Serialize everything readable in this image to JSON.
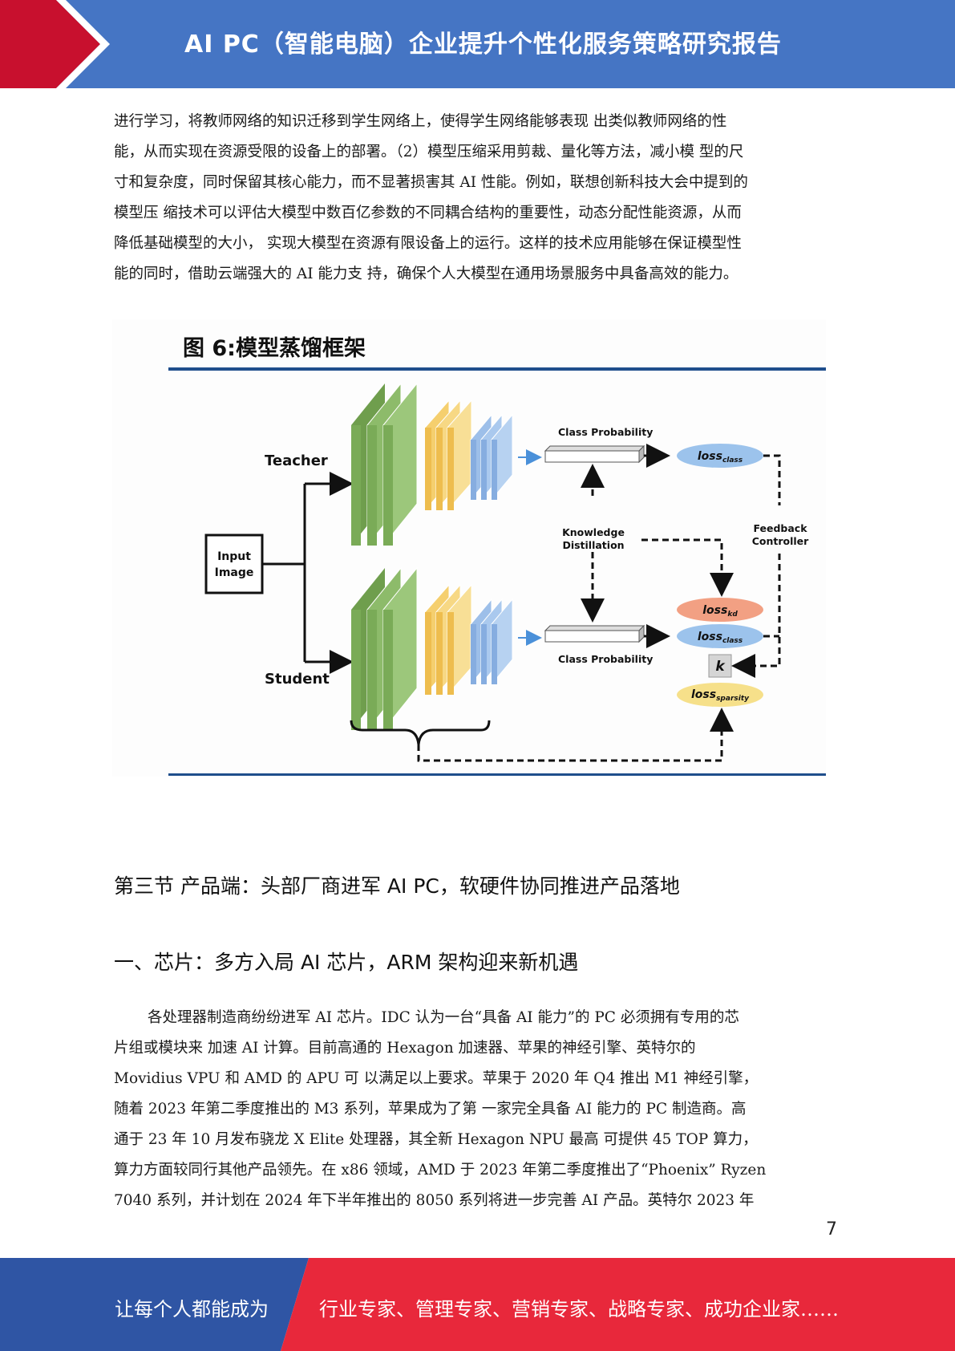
{
  "header": {
    "title": "AI PC（智能电脑）企业提升个性化服务策略研究报告",
    "colors": {
      "band": "#4575c4",
      "arrow": "#c8102e"
    }
  },
  "intro_lines": [
    "进行学习，将教师网络的知识迁移到学生网络上，使得学生网络能够表现 出类似教师网络的性",
    "能，从而实现在资源受限的设备上的部署。（2）模型压缩采用剪裁、量化等方法，减小模 型的尺",
    "寸和复杂度，同时保留其核心能力，而不显著损害其 AI 性能。例如，联想创新科技大会中提到的",
    "模型压 缩技术可以评估大模型中数百亿参数的不同耦合结构的重要性，动态分配性能资源，从而",
    "降低基础模型的大小， 实现大模型在资源有限设备上的运行。这样的技术应用能够在保证模型性",
    "能的同时，借助云端强大的 AI 能力支 持，确保个人大模型在通用场景服务中具备高效的能力。"
  ],
  "figure": {
    "title": "图 6:模型蒸馏框架",
    "input_line1": "Input",
    "input_line2": "Image",
    "teacher": "Teacher",
    "student": "Student",
    "class_prob_top": "Class Probability",
    "class_prob_bottom": "Class Probability",
    "kd_line1": "Knowledge",
    "kd_line2": "Distillation",
    "fb_line1": "Feedback",
    "fb_line2": "Controller",
    "loss": "loss",
    "sub_class": "class",
    "sub_kd": "kd",
    "sub_sparsity": "sparsity",
    "k": "k",
    "colors": {
      "green": "#8dbb6a",
      "yellow": "#f5cf6e",
      "blue": "#9dbfe9",
      "loss_blue": "#9cc3ec",
      "loss_red": "#f2a083",
      "loss_yellow": "#f6e08a"
    }
  },
  "section_heading": "第三节 产品端：头部厂商进军 AI PC，软硬件协同推进产品落地",
  "sub_heading": "一、芯片：多方入局 AI 芯片，ARM 架构迎来新机遇",
  "body_lines": [
    "各处理器制造商纷纷进军 AI 芯片。IDC 认为一台“具备 AI 能力”的 PC 必须拥有专用的芯",
    "片组或模块来 加速 AI 计算。目前高通的 Hexagon 加速器、苹果的神经引擎、英特尔的",
    "Movidius VPU 和 AMD 的 APU 可 以满足以上要求。苹果于 2020 年 Q4 推出 M1 神经引擎，",
    "随着 2023 年第二季度推出的 M3 系列，苹果成为了第 一家完全具备 AI 能力的 PC 制造商。高",
    "通于 23 年 10 月发布骁龙 X Elite 处理器，其全新 Hexagon NPU 最高 可提供 45 TOP 算力，",
    "算力方面较同行其他产品领先。在 x86 领域，AMD 于 2023 年第二季度推出了“Phoenix” Ryzen",
    "7040 系列，并计划在 2024 年下半年推出的 8050 系列将进一步完善 AI 产品。英特尔 2023 年"
  ],
  "page_number": "7",
  "footer": {
    "left": "让每个人都能成为",
    "right": "行业专家、管理专家、营销专家、战略专家、成功企业家……",
    "colors": {
      "left": "#2f55a4",
      "right": "#e8283b"
    }
  }
}
